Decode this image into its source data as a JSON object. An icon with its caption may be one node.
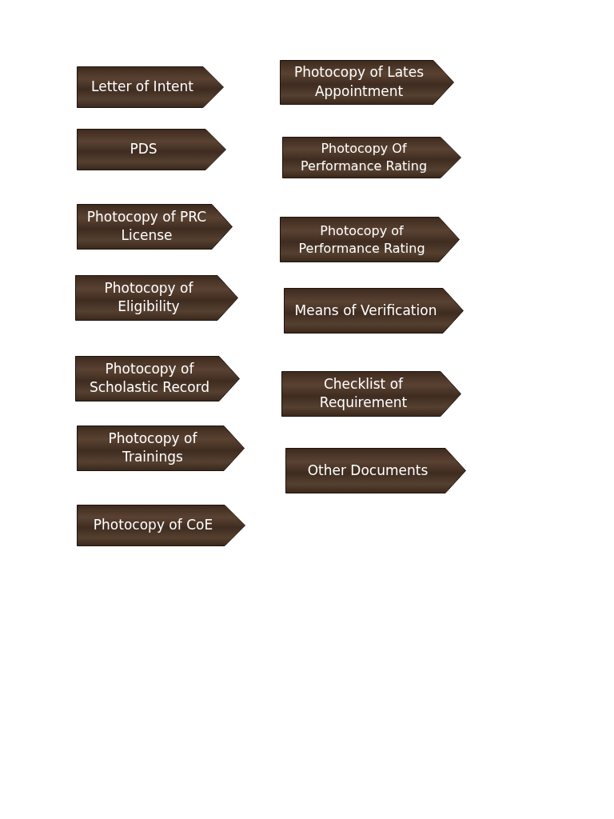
{
  "diagram": {
    "nodes": [
      {
        "text": [
          "Letter of Intent"
        ]
      },
      {
        "text": [
          "PDS"
        ]
      },
      {
        "text": [
          "Photocopy of PRC License"
        ]
      },
      {
        "text": [
          "Photocopy of Eligibility"
        ]
      },
      {
        "text": [
          "Photocopy of Scholastic Record"
        ]
      },
      {
        "text": [
          "Photocopy of Trainings"
        ]
      },
      {
        "text": [
          "Photocopy of CoE"
        ]
      },
      {
        "text": [
          "Photocopy of Lates Appointment"
        ]
      },
      {
        "text": [
          "Photocopy Of Performance Rating"
        ]
      },
      {
        "text": [
          "Photocopy of Performance Rating"
        ]
      },
      {
        "text": [
          "Means of Verification"
        ]
      },
      {
        "text": [
          "Checklist of Requirement"
        ]
      },
      {
        "text": [
          "Other Documents"
        ]
      }
    ]
  }
}
